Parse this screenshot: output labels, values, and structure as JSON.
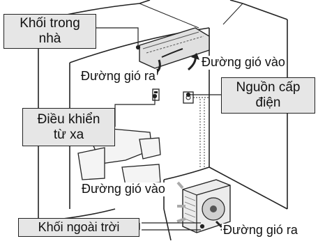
{
  "labels": {
    "indoor_unit": [
      "Khối trong",
      "nhà"
    ],
    "air_in_top": "Đường gió vào",
    "air_out_top": "Đường gió ra",
    "power_supply": [
      "Nguồn cấp",
      "điện"
    ],
    "remote_control": [
      "Điều khiển",
      "từ xa"
    ],
    "air_in_bottom": "Đường gió vào",
    "outdoor_unit": "Khối ngoài trời",
    "air_out_bottom": "Đường gió ra"
  },
  "colors": {
    "box_fill": "#e6e6e6",
    "line": "#222222",
    "background": "#ffffff"
  }
}
